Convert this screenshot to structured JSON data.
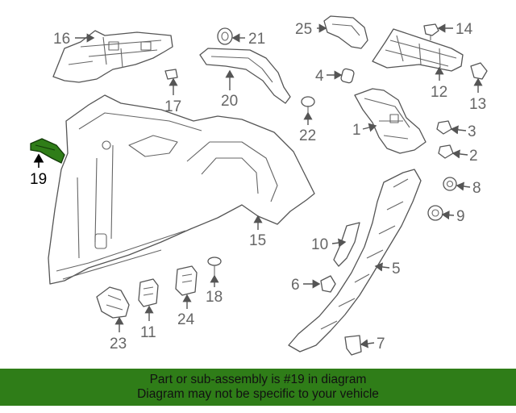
{
  "diagram": {
    "callouts": [
      "1",
      "2",
      "3",
      "4",
      "5",
      "6",
      "7",
      "8",
      "9",
      "10",
      "11",
      "12",
      "13",
      "14",
      "15",
      "16",
      "17",
      "18",
      "19",
      "20",
      "21",
      "22",
      "23",
      "24",
      "25"
    ],
    "highlight_callout": "19",
    "highlight_color": "#2f7d18"
  },
  "banner": {
    "line1": "Part or sub-assembly is #19 in diagram",
    "line2": "Diagram may not be specific to your vehicle",
    "background": "#2f7d18"
  }
}
